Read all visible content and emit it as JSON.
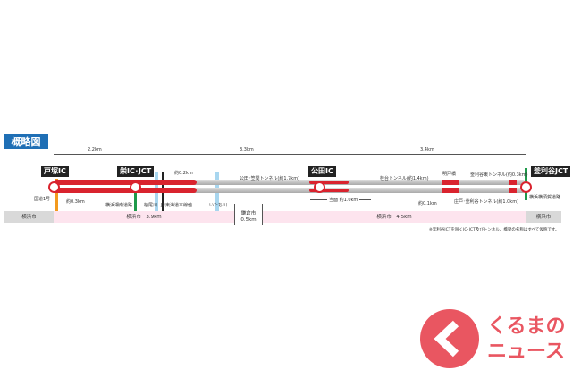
{
  "title": "概略図",
  "distances": {
    "d1": "2.2km",
    "d2": "3.3km",
    "d3": "3.4km"
  },
  "interchanges": {
    "totsuka": "戸塚IC",
    "sakae": "栄IC･JCT",
    "kuden": "公田IC",
    "kamariya": "釜利谷JCT"
  },
  "labels": {
    "route1": "国道1号",
    "approx03": "約0.3km",
    "yokohama_shonan": "横浜湘南道路",
    "kashio": "柏尾川",
    "jr": "JR東海道本線他",
    "approx02": "約0.2km",
    "itachi": "いたち川",
    "kuden_tunnel": "公田･笠間トンネル(約1.7km)",
    "interim": "当面 約1.0km",
    "katsura_tunnel": "桂台トンネル(約1.4km)",
    "bridge": "明戸橋",
    "approx01": "約0.1km",
    "shoto_tunnel": "庄戸･釜利谷トンネル(約1.0km)",
    "kamariya_east_tunnel": "釜利谷東トンネル(約0.3km)",
    "yokoyoko": "横浜横須賀道路"
  },
  "cities": {
    "yokohama_left": "横浜市",
    "yokohama1": "横浜市　3.9km",
    "kamakura": "鎌倉市",
    "kamakura_len": "0.5km",
    "yokohama2": "横浜市　4.5km",
    "yokohama_right": "横浜市"
  },
  "note": "※釜利谷JCTを除くIC･JCT及びトンネル、橋梁の名称はすべて仮称です。",
  "logo": "くるまのニュース",
  "colors": {
    "road": "#d9232e",
    "title": "#1f6fb5",
    "band": "#fde4ee"
  }
}
